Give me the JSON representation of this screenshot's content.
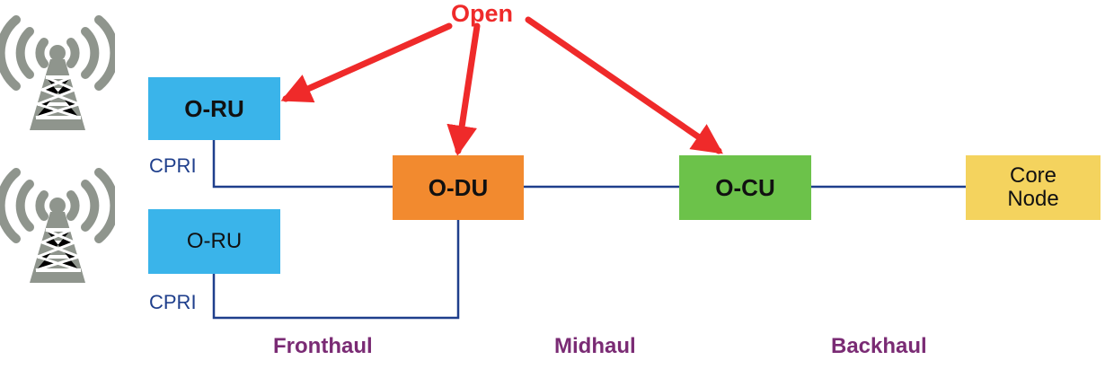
{
  "annotation": {
    "text": "Open",
    "color": "#ef2a2a"
  },
  "nodes": {
    "oru_top": {
      "label": "O-RU",
      "color": "#3ab4ea"
    },
    "oru_bottom": {
      "label": "O-RU",
      "color": "#3ab4ea"
    },
    "odu": {
      "label": "O-DU",
      "color": "#f28a2f"
    },
    "ocu": {
      "label": "O-CU",
      "color": "#6cc24a"
    },
    "core": {
      "label": "Core\nNode",
      "color": "#f4d35e"
    }
  },
  "links": {
    "cpri_top": "CPRI",
    "cpri_bottom": "CPRI",
    "color": "#1f3f8c"
  },
  "segments": {
    "fronthaul": "Fronthaul",
    "midhaul": "Midhaul",
    "backhaul": "Backhaul",
    "color": "#7a2b74"
  },
  "icons": {
    "tower_top": "cell-tower-icon",
    "tower_bottom": "cell-tower-icon"
  }
}
